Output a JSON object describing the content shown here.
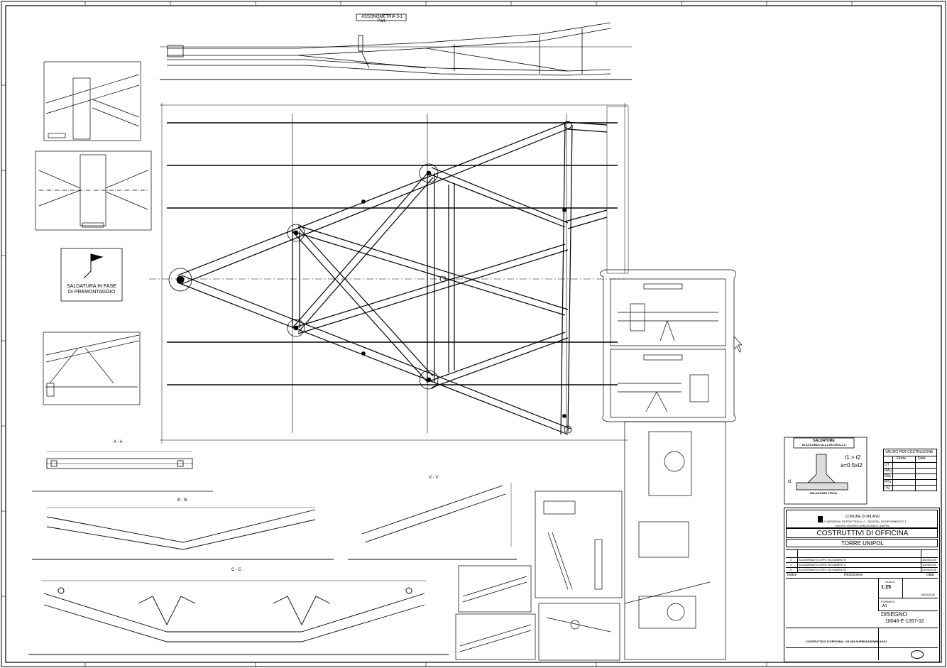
{
  "header": {
    "top_title": "ASSONOMETRIA 3-1 Part."
  },
  "note": {
    "line1": "SALDATURA IN FASE",
    "line2": "DI PREMONTAGGIO"
  },
  "sections": {
    "a": "A - A",
    "b": "B - B",
    "c": "C - C",
    "v": "V - V"
  },
  "weld_detail": {
    "title": "SALDATURE",
    "subtitle": "IN ACCORDO ALLA EN 1993-1-8",
    "formula1": "t1 > t2",
    "formula2": "a=0.5xt2",
    "caption": "SALDATURA TIPICA",
    "label_t1": "t1"
  },
  "validity": {
    "title": "VALIDO PER COSTRUZIONE",
    "col_firma": "Firma",
    "col_data": "Data",
    "rows": [
      "UT",
      "RAu",
      "RSc",
      "RTu",
      "UQ"
    ]
  },
  "title_block": {
    "client_line1": "COMUNE DI MILANO",
    "client_line2": "S.B.I. MATERIALI REFRATTARI s.r.l. - SIDERAL DI RIFERIMENTO 1",
    "client_line3": "NUOVO CENTRO DIREZIONALE UNIPOL",
    "doc_type": "COSTRUTTIVI DI OFFICINA",
    "project": "TORRE UNIPOL",
    "rev_rows": [
      {
        "n": "2",
        "desc": "AGGIORNATO DOPO ISOLAMENTO",
        "date": "15/04/2020"
      },
      {
        "n": "1",
        "desc": "AGGIORNATO DOPO ISOLAMENTO",
        "date": "10/03/2020"
      },
      {
        "n": "0",
        "desc": "AGGIORNATO DOPO ISOLAMENTO",
        "date": "03/03/2020"
      }
    ],
    "col_indice": "Indice",
    "col_descrizione": "Descrizione",
    "col_data": "Data",
    "scala_label": "SCALA",
    "scala": "1:25",
    "formato_label": "FORMATO",
    "formato": "A0",
    "disegno_label": "DISEGNO",
    "drawing_number": "18046-E-1057-02",
    "date": "15/04/2020",
    "description": "COSTRUTTIVO D'OFFICINA: LIS-063 SUPERASSEMBLAGGI"
  }
}
